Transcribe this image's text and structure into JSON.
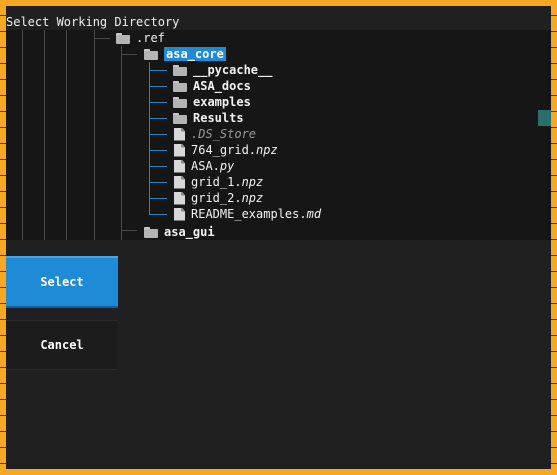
{
  "window": {
    "title": "Select Working Directory"
  },
  "tree": {
    "items": [
      {
        "label": ".ref",
        "type": "folder",
        "depth": 0
      },
      {
        "label": "asa_core",
        "type": "folder",
        "depth": 1,
        "selected": true
      },
      {
        "label": "__pycache__",
        "type": "folder",
        "depth": 2
      },
      {
        "label": "ASA_docs",
        "type": "folder",
        "depth": 2
      },
      {
        "label": "examples",
        "type": "folder",
        "depth": 2
      },
      {
        "label": "Results",
        "type": "folder",
        "depth": 2
      },
      {
        "label": ".DS_Store",
        "type": "file",
        "depth": 2,
        "name": ".DS_Store",
        "ext": ""
      },
      {
        "label": "764_grid.npz",
        "type": "file",
        "depth": 2,
        "name": "764_grid.",
        "ext": "npz"
      },
      {
        "label": "ASA.py",
        "type": "file",
        "depth": 2,
        "name": "ASA.",
        "ext": "py"
      },
      {
        "label": "grid_1.npz",
        "type": "file",
        "depth": 2,
        "name": "grid_1.",
        "ext": "npz"
      },
      {
        "label": "grid_2.npz",
        "type": "file",
        "depth": 2,
        "name": "grid_2.",
        "ext": "npz"
      },
      {
        "label": "README_examples.md",
        "type": "file",
        "depth": 2,
        "name": "README_examples.",
        "ext": "md"
      },
      {
        "label": "asa_gui",
        "type": "folder",
        "depth": 1
      }
    ]
  },
  "buttons": {
    "select_label": "Select",
    "cancel_label": "Cancel"
  },
  "colors": {
    "accent": "#1f8ad6",
    "border": "#f6a823",
    "background": "#202020"
  }
}
